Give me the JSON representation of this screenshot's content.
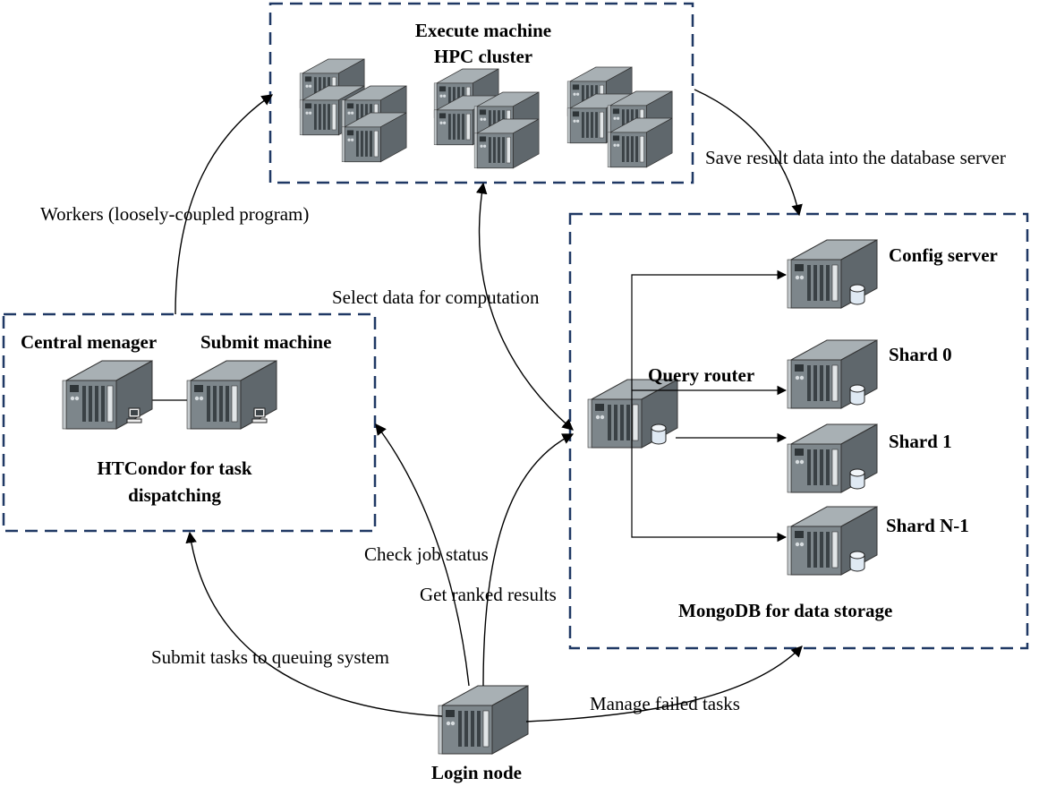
{
  "groups": {
    "execute": {
      "title_line1": "Execute machine",
      "title_line2": "HPC cluster"
    },
    "htcondor": {
      "central_manager": "Central menager",
      "submit_machine": "Submit machine",
      "title_line1": "HTCondor for task",
      "title_line2": "dispatching"
    },
    "mongodb": {
      "title": "MongoDB for data storage",
      "query_router": "Query router",
      "config_server": "Config server",
      "shards": [
        "Shard 0",
        "Shard 1",
        "Shard N-1"
      ]
    }
  },
  "login_node": "Login node",
  "edges": {
    "workers": "Workers  (loosely-coupled program)",
    "save_result": "Save result data into the database server",
    "select_data": "Select data for computation",
    "check_job": "Check job status",
    "get_ranked": "Get ranked results",
    "submit_tasks": "Submit tasks to queuing system",
    "manage_failed": "Manage failed tasks"
  },
  "colors": {
    "group_border": "#1f3864",
    "server_body": "#6b7479",
    "server_top": "#9aa2a6",
    "server_front": "#4b5358",
    "edge": "#000000"
  }
}
